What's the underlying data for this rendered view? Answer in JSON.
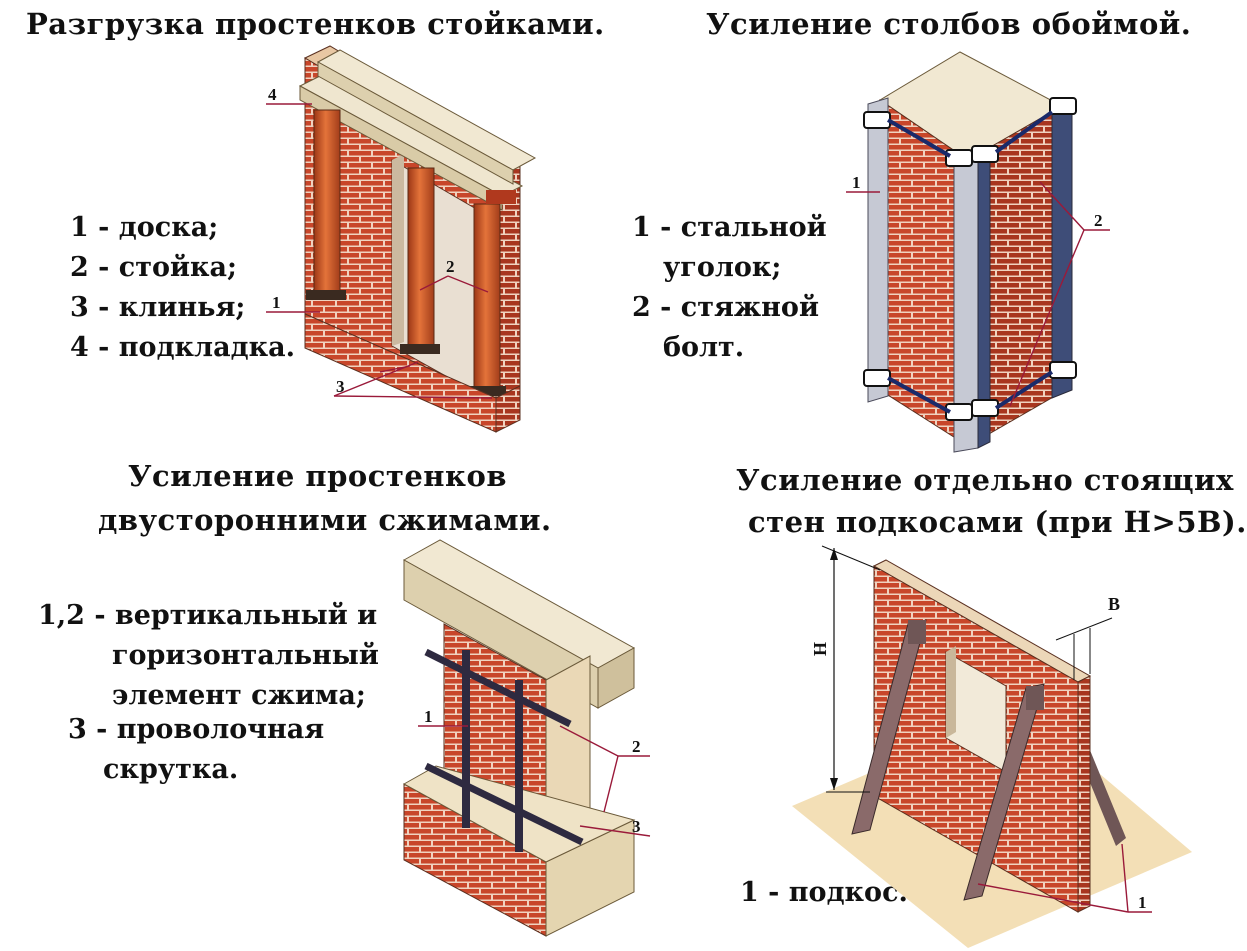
{
  "panels": {
    "top_left": {
      "title": "Разгрузка простенков стойками.",
      "legend": [
        "1 - доска;",
        "2 - стойка;",
        "3 - клинья;",
        "4 - подкладка."
      ],
      "labels": [
        "1",
        "2",
        "3",
        "4"
      ]
    },
    "top_right": {
      "title": "Усиление столбов обоймой.",
      "legend": [
        "1 - стальной",
        "уголок;",
        "2 - стяжной",
        "болт."
      ],
      "labels": [
        "1",
        "2"
      ]
    },
    "bottom_left": {
      "title_lines": [
        "Усиление простенков",
        "двусторонними сжимами."
      ],
      "legend": [
        "1,2 - вертикальный и",
        "горизонтальный",
        "элемент сжима;",
        "3 - проволочная",
        "скрутка."
      ],
      "labels": [
        "1",
        "2",
        "3"
      ]
    },
    "bottom_right": {
      "title_lines": [
        "Усиление отдельно стоящих",
        "стен подкосами (при H>5B)."
      ],
      "legend": [
        "1 - подкос."
      ],
      "labels": [
        "H",
        "B",
        "1"
      ]
    }
  },
  "colors": {
    "brick": "#c8462a",
    "brick_dark": "#8f2a14",
    "mortar": "#f0d2bf",
    "concrete": "#ece3cc",
    "concrete_side": "#d6caa7",
    "post": "#d9602a",
    "steel_light": "#c6c9d4",
    "steel_dark": "#3e4d78",
    "brace": "#8a6a6a",
    "ground": "#f3dfb6",
    "leader": "#9a1a3a"
  }
}
